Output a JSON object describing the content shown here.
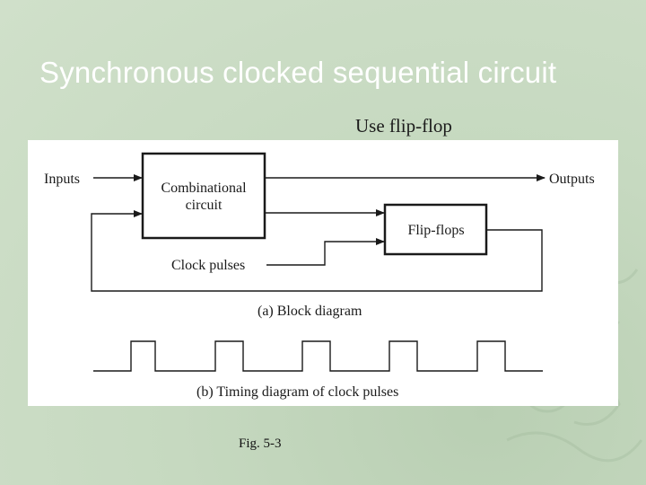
{
  "slide": {
    "title": "Synchronous clocked sequential circuit",
    "subtitle": "Use flip-flop",
    "caption": "Fig. 5-3"
  },
  "diagram": {
    "inputs_label": "Inputs",
    "outputs_label": "Outputs",
    "combinational_line1": "Combinational",
    "combinational_line2": "circuit",
    "flipflops_label": "Flip-flops",
    "clock_label": "Clock pulses",
    "block_caption": "(a) Block diagram",
    "timing_caption": "(b) Timing diagram of clock pulses"
  },
  "timing": {
    "pulse_count": 5
  },
  "colors": {
    "background": "#c9dcc4",
    "title": "#ffffff",
    "figure_bg": "#ffffff",
    "line": "#1a1a1a"
  }
}
